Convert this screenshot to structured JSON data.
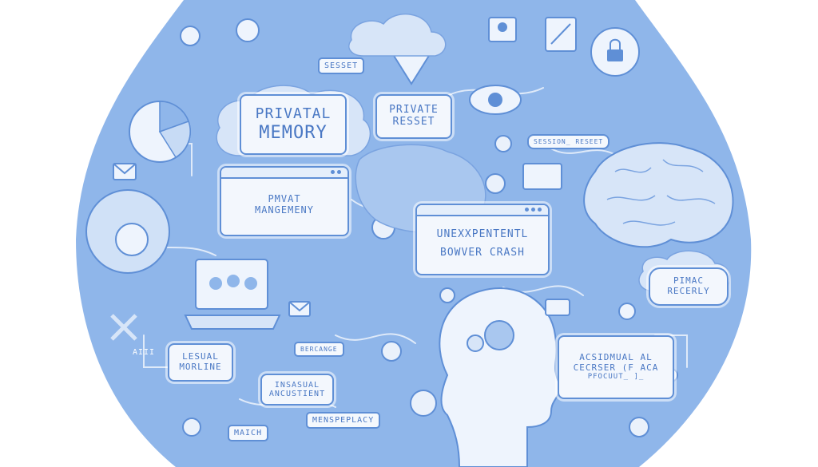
{
  "labels": {
    "private_memory_line1": "PRIVATAL",
    "private_memory_line2": "MEMORY",
    "private_reset_line1": "PRIVATE",
    "private_reset_line2": "RESSET",
    "sesset": "SESSET",
    "session_reset": "SESSION_ RESEET",
    "pmvat_line1": "PMVAT",
    "pmvat_line2": "MANGEMENY",
    "crash_line1": "UNEXXPENTENTL",
    "crash_line2": "BOWVER CRASH",
    "pimac_line1": "PIMAC",
    "pimac_line2": "RECERLY",
    "acsidmual_line1": "ACSIDMUAL AL",
    "acsidmual_line2": "CECRSER (F ACA",
    "acsidmual_line3": "PFOCUUT_ ]_",
    "aiii": "AIII",
    "lesual_line1": "LESUAL",
    "lesual_line2": "MORLINE",
    "bercange": "BERCANGE",
    "insasual_line1": "INSASUAL",
    "insasual_line2": "ANCUSTIENT",
    "menspeplacy": "MENSPEPLACY",
    "maich": "MAICH"
  },
  "colors": {
    "background_blob": "#8fb6ea",
    "accent": "#5f8fd6",
    "panel": "#f3f7fd",
    "text": "#4a78c4"
  }
}
